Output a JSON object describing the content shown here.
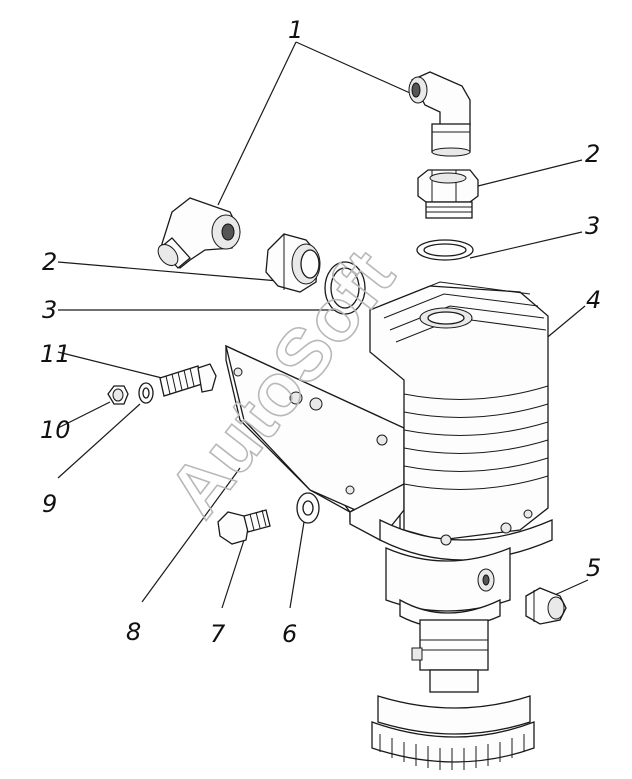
{
  "diagram": {
    "callouts": [
      {
        "id": "1a",
        "label": "1"
      },
      {
        "id": "2a",
        "label": "2"
      },
      {
        "id": "3a",
        "label": "3"
      },
      {
        "id": "2b",
        "label": "2"
      },
      {
        "id": "3b",
        "label": "3"
      },
      {
        "id": "4",
        "label": "4"
      },
      {
        "id": "11",
        "label": "11"
      },
      {
        "id": "10",
        "label": "10"
      },
      {
        "id": "9",
        "label": "9"
      },
      {
        "id": "5",
        "label": "5"
      },
      {
        "id": "8",
        "label": "8"
      },
      {
        "id": "7",
        "label": "7"
      },
      {
        "id": "6",
        "label": "6"
      }
    ],
    "watermark": "AutoSoft"
  },
  "colors": {
    "line": "#1a1a1a",
    "watermark": "#b8b8b8",
    "background": "#ffffff"
  }
}
